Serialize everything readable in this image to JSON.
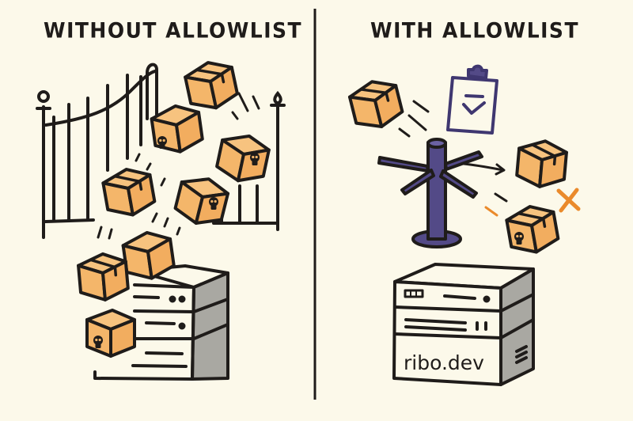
{
  "panels": [
    {
      "id": "without",
      "title": "WITHOUT ALLOWLIST",
      "elements": [
        "open-gate",
        "packages-flying-in",
        "skull-marked-packages",
        "server"
      ]
    },
    {
      "id": "with",
      "title": "WITH ALLOWLIST",
      "elements": [
        "clipboard-checklist",
        "turnstile",
        "accepted-package",
        "rejected-skull-package",
        "x-mark",
        "server"
      ],
      "server_label": "ribo.dev"
    }
  ],
  "colors": {
    "background": "#fcf9ea",
    "outline": "#1f1c1a",
    "box_fill": "#f4b66a",
    "box_top": "#f7c37f",
    "server_side": "#a9a8a2",
    "turnstile": "#534a87",
    "reject_x": "#ea8a2b"
  },
  "icons": [
    "gate-icon",
    "package-icon",
    "skull-icon",
    "server-icon",
    "clipboard-check-icon",
    "turnstile-icon",
    "arrow-right-icon",
    "x-icon"
  ]
}
